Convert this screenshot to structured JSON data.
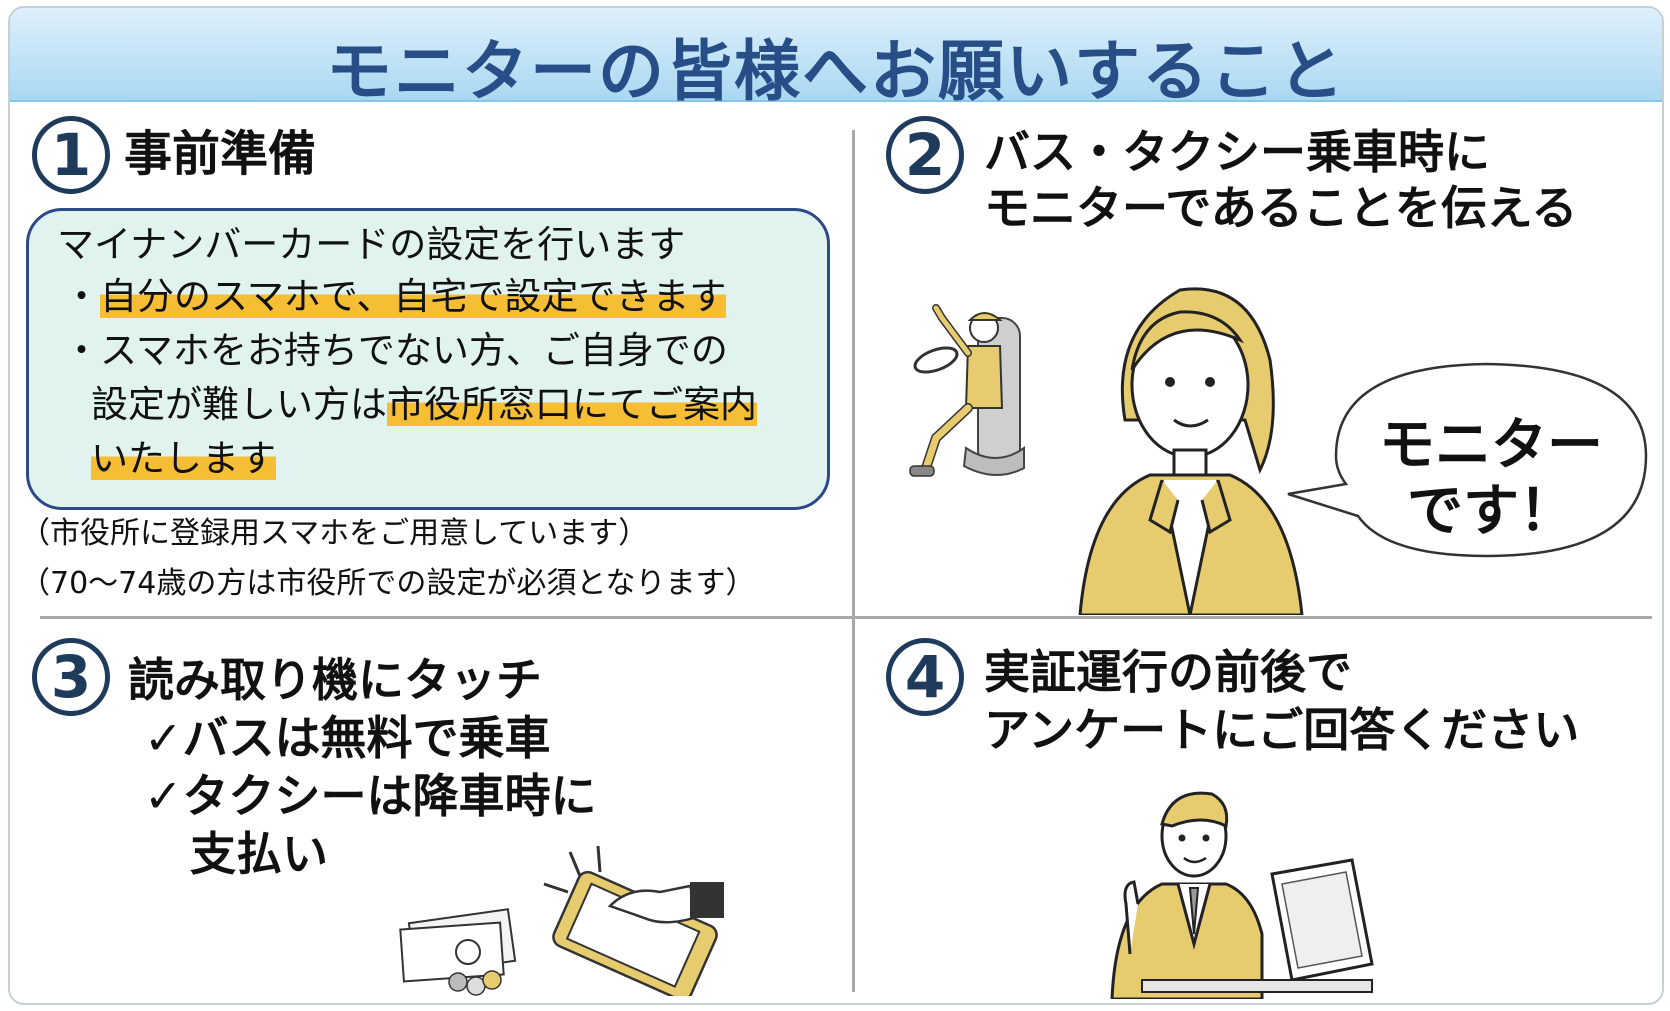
{
  "title": "モニターの皆様へお願いすること",
  "sections": [
    {
      "number": "1",
      "heading": "事前準備",
      "box": {
        "intro": "マイナンバーカードの設定を行います",
        "bullet_mark": "・",
        "bullet1": "自分のスマホで、自宅で設定できます",
        "bullet2_plain_1": "スマホをお持ちでない方、ご自身での",
        "bullet2_plain_2": "設定が難しい方は",
        "bullet2_hl_1": "市役所窓口にてご案内",
        "bullet2_hl_2": "いたします"
      },
      "notes": [
        "（市役所に登録用スマホをご用意しています）",
        "（70～74歳の方は市役所での設定が必須となります）"
      ]
    },
    {
      "number": "2",
      "heading_lines": [
        "バス・タクシー乗車時に",
        "モニターであることを伝える"
      ],
      "bubble_lines": [
        "モニター",
        "です！"
      ]
    },
    {
      "number": "3",
      "heading": "読み取り機にタッチ",
      "check_mark": "✓",
      "items": [
        "バスは無料で乗車",
        "タクシーは降車時に"
      ],
      "item_continuation": "支払い"
    },
    {
      "number": "4",
      "heading_lines": [
        "実証運行の前後で",
        "アンケートにご回答ください"
      ]
    }
  ],
  "colors": {
    "title_text": "#274e86",
    "circle": "#1e3b5c",
    "highlight": "#f6be34",
    "box_fill": "#e1f3ef",
    "box_border": "#2d4a86",
    "figure_yellow": "#e6cc6e"
  },
  "icons": [
    "driver-illustration",
    "woman-illustration",
    "speech-bubble",
    "cash-illustration",
    "phone-tap-illustration",
    "man-laptop-illustration"
  ]
}
